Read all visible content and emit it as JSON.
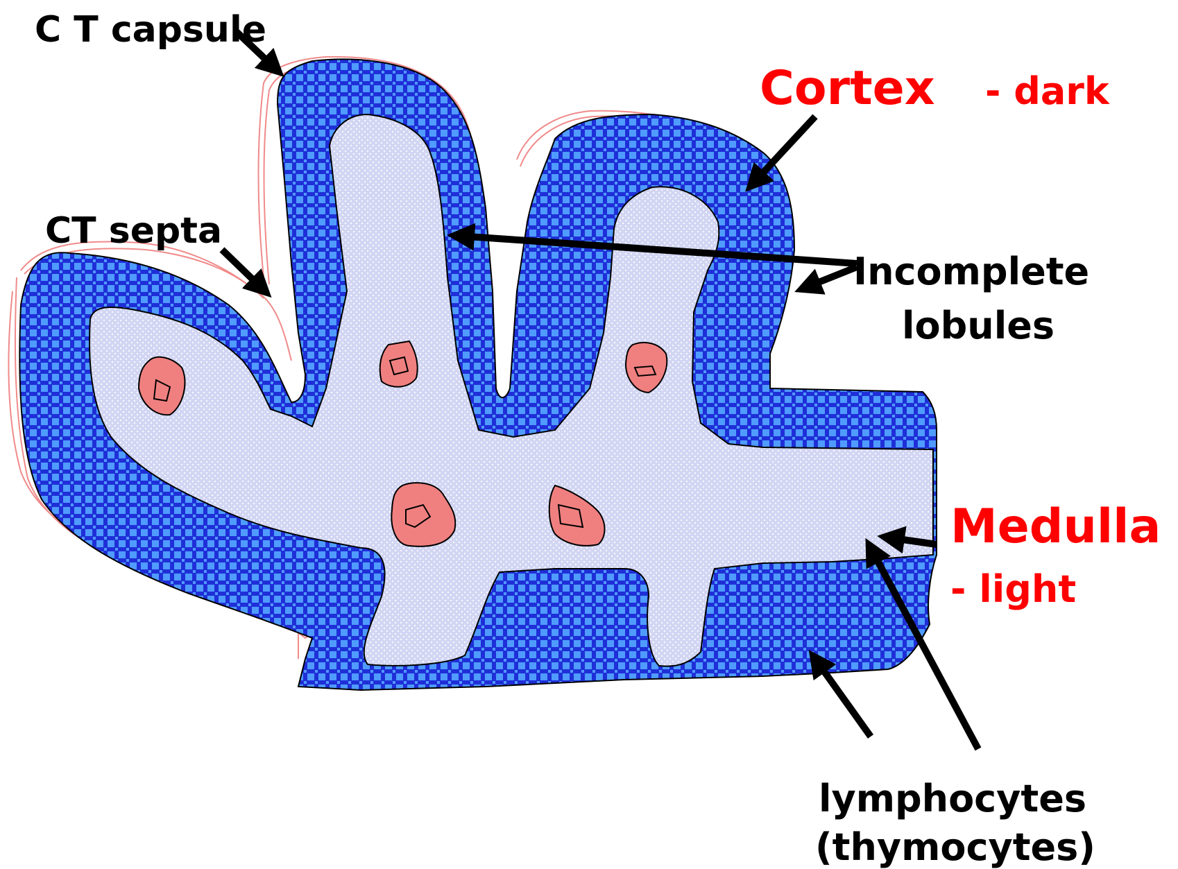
{
  "labels": {
    "capsule": "C T capsule",
    "septa": "CT septa",
    "cortex_title": "Cortex",
    "cortex_desc": "- dark",
    "incomplete_line1": "Incomplete",
    "incomplete_line2": "lobules",
    "medulla_title": "Medulla",
    "medulla_desc": "- light",
    "lymphocytes_line1": "lymphocytes",
    "lymphocytes_line2": "(thymocytes)"
  },
  "colors": {
    "cortex_fill": "#4f9bff",
    "cortex_dots": "#1f2fd8",
    "medulla_fill": "#d7daf5",
    "medulla_dots": "#ffffff",
    "corpuscle_fill": "#f08080",
    "capsule_stroke": "#f08a8a",
    "label_black": "#000000",
    "label_red": "#ff0000"
  }
}
